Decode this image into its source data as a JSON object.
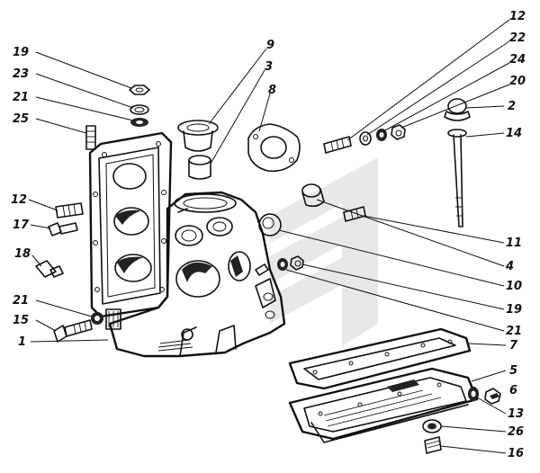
{
  "callouts": [
    {
      "id": "19a",
      "text": "19"
    },
    {
      "id": "23",
      "text": "23"
    },
    {
      "id": "21a",
      "text": "21"
    },
    {
      "id": "25",
      "text": "25"
    },
    {
      "id": "12a",
      "text": "12"
    },
    {
      "id": "17",
      "text": "17"
    },
    {
      "id": "18a",
      "text": "18"
    },
    {
      "id": "21b",
      "text": "21"
    },
    {
      "id": "15",
      "text": "15"
    },
    {
      "id": "1",
      "text": "1"
    },
    {
      "id": "9",
      "text": "9"
    },
    {
      "id": "3",
      "text": "3"
    },
    {
      "id": "8",
      "text": "8"
    },
    {
      "id": "12b",
      "text": "12"
    },
    {
      "id": "22",
      "text": "22"
    },
    {
      "id": "24",
      "text": "24"
    },
    {
      "id": "20",
      "text": "20"
    },
    {
      "id": "2",
      "text": "2"
    },
    {
      "id": "14",
      "text": "14"
    },
    {
      "id": "11",
      "text": "11"
    },
    {
      "id": "4",
      "text": "4"
    },
    {
      "id": "10",
      "text": "10"
    },
    {
      "id": "19b",
      "text": "19"
    },
    {
      "id": "21c",
      "text": "21"
    },
    {
      "id": "7",
      "text": "7"
    },
    {
      "id": "5",
      "text": "5"
    },
    {
      "id": "6",
      "text": "6"
    },
    {
      "id": "13",
      "text": "13"
    },
    {
      "id": "26",
      "text": "26"
    },
    {
      "id": "16",
      "text": "16"
    }
  ]
}
